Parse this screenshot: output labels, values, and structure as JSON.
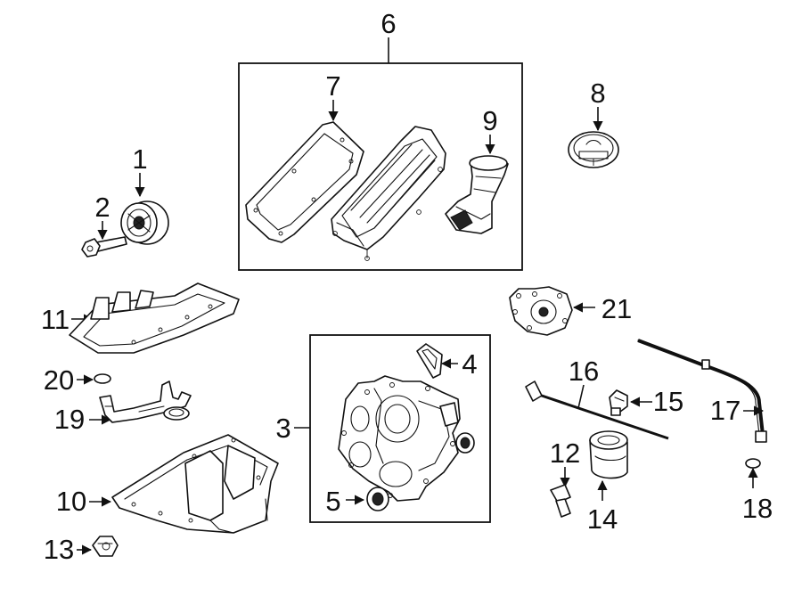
{
  "callouts": {
    "c1": "1",
    "c2": "2",
    "c3": "3",
    "c4": "4",
    "c5": "5",
    "c6": "6",
    "c7": "7",
    "c8": "8",
    "c9": "9",
    "c10": "10",
    "c11": "11",
    "c12": "12",
    "c13": "13",
    "c14": "14",
    "c15": "15",
    "c16": "16",
    "c17": "17",
    "c18": "18",
    "c19": "19",
    "c20": "20",
    "c21": "21"
  },
  "colors": {
    "line": "#111111",
    "background": "#ffffff"
  }
}
